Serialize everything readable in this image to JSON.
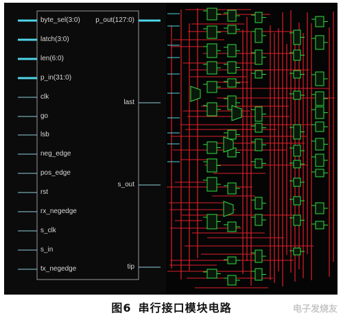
{
  "symbol": {
    "inputs": [
      {
        "name": "byte_sel(3:0)",
        "bus": true
      },
      {
        "name": "latch(3:0)",
        "bus": true
      },
      {
        "name": "len(6:0)",
        "bus": true
      },
      {
        "name": "p_in(31:0)",
        "bus": true
      },
      {
        "name": "clk",
        "bus": false
      },
      {
        "name": "go",
        "bus": false
      },
      {
        "name": "lsb",
        "bus": false
      },
      {
        "name": "neg_edge",
        "bus": false
      },
      {
        "name": "pos_edge",
        "bus": false
      },
      {
        "name": "rst",
        "bus": false
      },
      {
        "name": "rx_negedge",
        "bus": false
      },
      {
        "name": "s_clk",
        "bus": false
      },
      {
        "name": "s_in",
        "bus": false
      },
      {
        "name": "tx_negedge",
        "bus": false
      }
    ],
    "outputs": [
      {
        "name": "p_out(127:0)",
        "bus": true
      },
      {
        "name": "last",
        "bus": false
      },
      {
        "name": "s_out",
        "bus": false
      },
      {
        "name": "tip",
        "bus": false
      }
    ]
  },
  "colors": {
    "background": "#0b0b0b",
    "bus_pin": "#4fd6e8",
    "pin": "#8fd0dc",
    "box": "#9a9a9a",
    "label": "#d8d8d8",
    "wire": "#e0202a",
    "gate": "#33dd44"
  },
  "caption": {
    "figure_number": "图6",
    "title": "串行接口模块电路"
  },
  "watermark": "电子发烧友"
}
